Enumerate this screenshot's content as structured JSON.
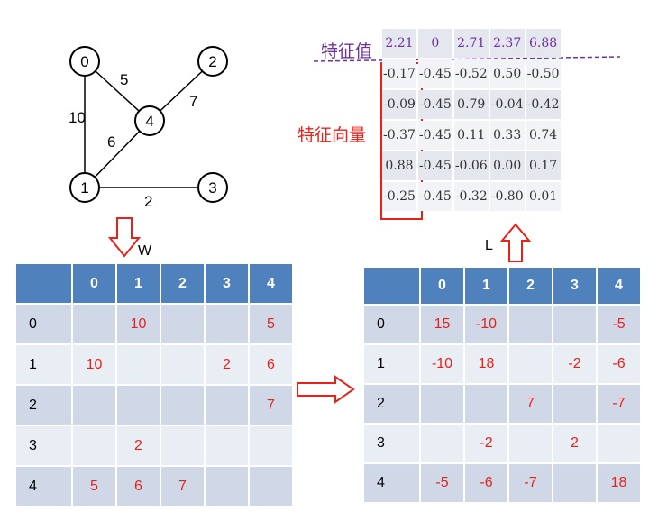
{
  "graph": {
    "nodes": [
      {
        "id": "0",
        "label": "0"
      },
      {
        "id": "1",
        "label": "1"
      },
      {
        "id": "2",
        "label": "2"
      },
      {
        "id": "3",
        "label": "3"
      },
      {
        "id": "4",
        "label": "4"
      }
    ],
    "edges": [
      {
        "from": "0",
        "to": "4",
        "weight": "5"
      },
      {
        "from": "0",
        "to": "1",
        "weight": "10"
      },
      {
        "from": "2",
        "to": "4",
        "weight": "7"
      },
      {
        "from": "1",
        "to": "4",
        "weight": "6"
      },
      {
        "from": "1",
        "to": "3",
        "weight": "2"
      }
    ]
  },
  "w_matrix": {
    "label": "W",
    "headers": [
      "",
      "0",
      "1",
      "2",
      "3",
      "4"
    ],
    "rows": [
      [
        "0",
        "",
        "10",
        "",
        "",
        "5"
      ],
      [
        "1",
        "10",
        "",
        "",
        "2",
        "6"
      ],
      [
        "2",
        "",
        "",
        "",
        "",
        "7"
      ],
      [
        "3",
        "",
        "2",
        "",
        "",
        ""
      ],
      [
        "4",
        "5",
        "6",
        "7",
        "",
        ""
      ]
    ]
  },
  "l_matrix": {
    "label": "L",
    "headers": [
      "",
      "0",
      "1",
      "2",
      "3",
      "4"
    ],
    "rows": [
      [
        "0",
        "15",
        "-10",
        "",
        "",
        "-5"
      ],
      [
        "1",
        "-10",
        "18",
        "",
        "-2",
        "-6"
      ],
      [
        "2",
        "",
        "",
        "7",
        "",
        "-7"
      ],
      [
        "3",
        "",
        "-2",
        "",
        "2",
        ""
      ],
      [
        "4",
        "-5",
        "-6",
        "-7",
        "",
        "18"
      ]
    ]
  },
  "eigen": {
    "eigenvalue_label": "特征值",
    "eigenvector_label": "特征向量",
    "eigenvalues": [
      "2.21",
      "0",
      "2.71",
      "2.37",
      "6.88"
    ],
    "eigenvectors": [
      [
        "-0.17",
        "-0.45",
        "-0.52",
        "0.50",
        "-0.50"
      ],
      [
        "-0.09",
        "-0.45",
        "0.79",
        "-0.04",
        "-0.42"
      ],
      [
        "-0.37",
        "-0.45",
        "0.11",
        "0.33",
        "0.74"
      ],
      [
        "0.88",
        "-0.45",
        "-0.06",
        "0.00",
        "0.17"
      ],
      [
        "-0.25",
        "-0.45",
        "-0.32",
        "-0.80",
        "0.01"
      ]
    ]
  },
  "colors": {
    "header_blue": "#4f81bd",
    "value_red": "#e8221b",
    "eigen_purple": "#7030a0"
  }
}
